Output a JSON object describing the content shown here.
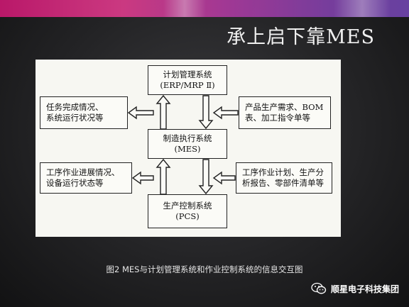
{
  "slide": {
    "title": "承上启下靠MES"
  },
  "diagram": {
    "top_box": {
      "line1": "计划管理系统",
      "line2": "(ERP/MRP Ⅱ)"
    },
    "middle_box": {
      "line1": "制造执行系统",
      "line2": "(MES)"
    },
    "bottom_box": {
      "line1": "生产控制系统",
      "line2": "(PCS)"
    },
    "left_upper": {
      "line1": "任务完成情况、",
      "line2": "系统运行状况等"
    },
    "left_lower": {
      "line1": "工序作业进展情况、",
      "line2": "设备运行状态等"
    },
    "right_upper": {
      "line1": "产品生产需求、BOM",
      "line2": "表、加工指令单等"
    },
    "right_lower": {
      "line1": "工序作业计划、生产分",
      "line2": "析报告、零部件清单等"
    }
  },
  "caption": "图2 MES与计划管理系统和作业控制系统的信息交互图",
  "watermark": {
    "icon": "wechat-icon",
    "text": "顺星电子科技集团"
  },
  "colors": {
    "banner": "#c2186d",
    "background": "#232325",
    "figure_bg": "#f7f7f2"
  }
}
